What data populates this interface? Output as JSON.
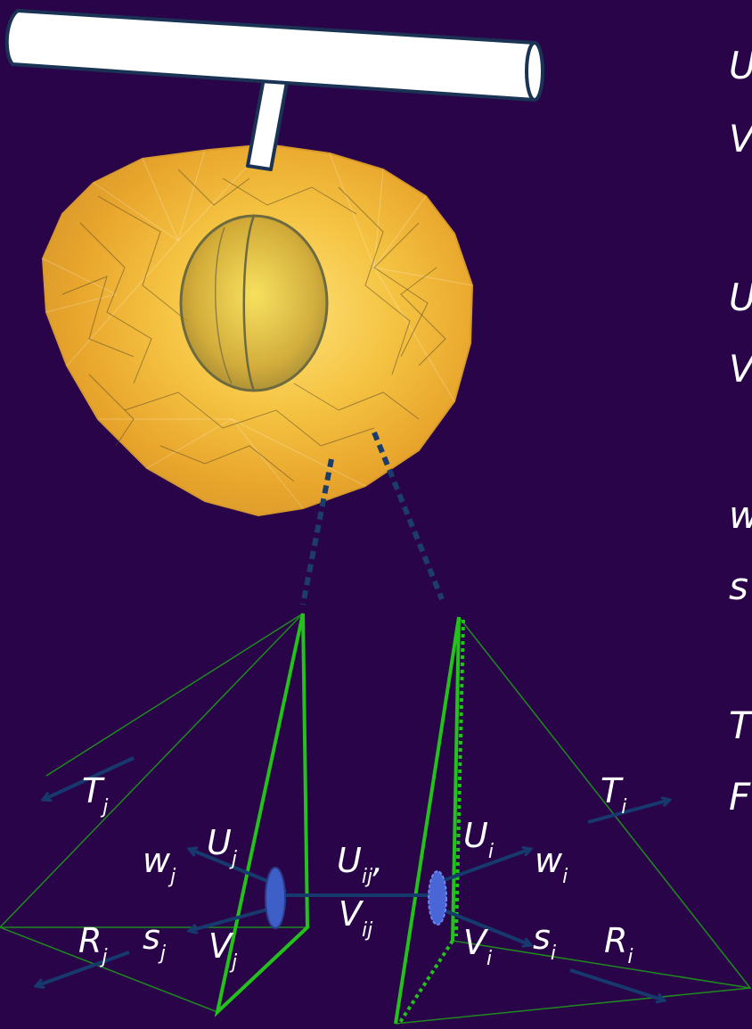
{
  "diagram": {
    "labels": {
      "Tj": {
        "main": "T",
        "sub": "j"
      },
      "wj": {
        "main": "w",
        "sub": "j"
      },
      "Uj": {
        "main": "U",
        "sub": "j"
      },
      "Rj": {
        "main": "R",
        "sub": "j"
      },
      "sj": {
        "main": "s",
        "sub": "j"
      },
      "Vj": {
        "main": "V",
        "sub": "j"
      },
      "Uij": {
        "main": "U",
        "sub": "ij",
        "suffix": ","
      },
      "Vij": {
        "main": "V",
        "sub": "ij"
      },
      "Ui": {
        "main": "U",
        "sub": "i"
      },
      "wi": {
        "main": "w",
        "sub": "i"
      },
      "Ti": {
        "main": "T",
        "sub": "i"
      },
      "Vi": {
        "main": "V",
        "sub": "i"
      },
      "si": {
        "main": "s",
        "sub": "i"
      },
      "Ri": {
        "main": "R",
        "sub": "i"
      }
    },
    "side_text": [
      "U",
      "V",
      "U",
      "V",
      "w",
      "s",
      "T",
      "F"
    ]
  },
  "colors": {
    "background": "#2a0448",
    "tetrahedron_outline": "#1e8a1e",
    "tetrahedron_edge": "#22c21a",
    "arrow": "#163a6e",
    "disc": "#3f5fc8",
    "dotted_link": "#1c3d6b",
    "clump": "#f0b53a",
    "cylinder": "#ffffff"
  }
}
